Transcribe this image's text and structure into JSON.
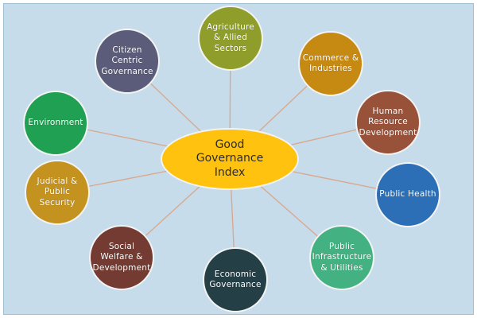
{
  "diagram": {
    "center": {
      "label": "Good\nGovernance\nIndex",
      "color": "#ffc20e"
    },
    "connector_color": "#d9a98f",
    "background_color": "#c6dcea",
    "nodes": [
      {
        "id": "agriculture",
        "label": "Agriculture\n& Allied\nSectors",
        "color": "#8f9e2a"
      },
      {
        "id": "commerce",
        "label": "Commerce &\nIndustries",
        "color": "#c68a12"
      },
      {
        "id": "human-resource",
        "label": "Human\nResource\nDevelopment",
        "color": "#99523a"
      },
      {
        "id": "public-health",
        "label": "Public Health",
        "color": "#2d6fb6"
      },
      {
        "id": "infrastructure",
        "label": "Public\nInfrastructure\n& Utilities",
        "color": "#43b181"
      },
      {
        "id": "economic",
        "label": "Economic\nGovernance",
        "color": "#253f46"
      },
      {
        "id": "social-welfare",
        "label": "Social\nWelfare &\nDevelopment",
        "color": "#733b31"
      },
      {
        "id": "judicial",
        "label": "Judicial &\nPublic\nSecurity",
        "color": "#c4921f"
      },
      {
        "id": "environment",
        "label": "Environment",
        "color": "#20a052"
      },
      {
        "id": "citizen",
        "label": "Citizen\nCentric\nGovernance",
        "color": "#5a5c79"
      }
    ]
  }
}
